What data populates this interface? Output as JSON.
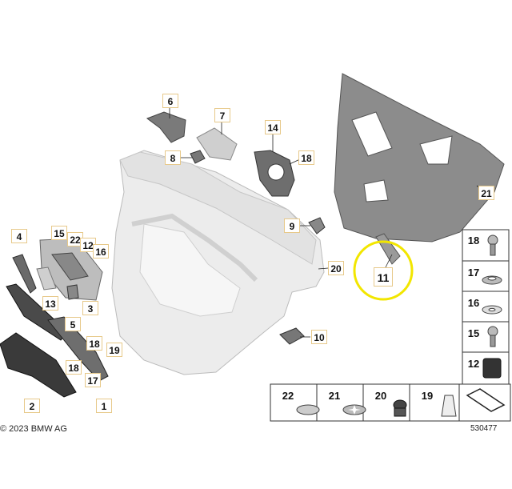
{
  "diagram": {
    "callouts": {
      "c6": "6",
      "c7": "7",
      "c8": "8",
      "c14": "14",
      "c18a": "18",
      "c9": "9",
      "c20a": "20",
      "c21a": "21",
      "c11": "11",
      "c10": "10",
      "c4": "4",
      "c15a": "15",
      "c22a": "22",
      "c12a": "12",
      "c16a": "16",
      "c13": "13",
      "c3": "3",
      "c5": "5",
      "c18b": "18",
      "c19a": "19",
      "c18c": "18",
      "c17a": "17",
      "c2": "2",
      "c1": "1"
    },
    "legend_side": [
      "18",
      "17",
      "16",
      "15",
      "12"
    ],
    "legend_bottom": [
      "22",
      "21",
      "20",
      "19"
    ],
    "copyright": "© 2023 BMW AG",
    "doc_number": "530477",
    "highlight_color": "#f2e600",
    "panel_color": "#8c8c8c",
    "trim_color": "#e6e6e6"
  }
}
